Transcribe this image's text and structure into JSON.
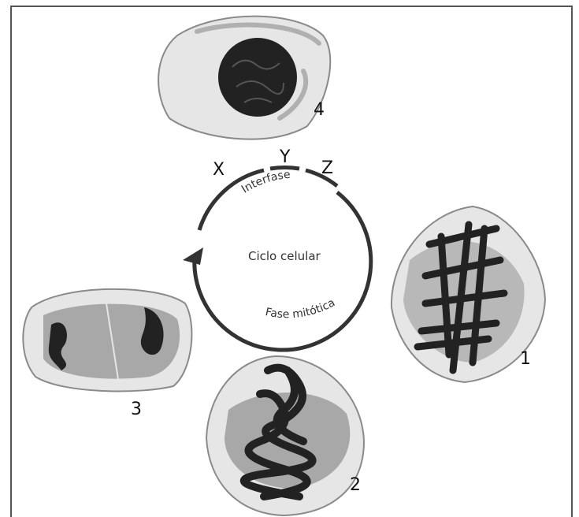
{
  "labels": {
    "x": "X",
    "y": "Y",
    "z": "Z",
    "cycle_center": "Ciclo celular",
    "interphase": "Interfase",
    "mitotic_phase": "Fase mitótica"
  },
  "cells": {
    "cell_1": "1",
    "cell_2": "2",
    "cell_3": "3",
    "cell_4": "4"
  },
  "colors": {
    "cell_fill": "#e6e6e6",
    "cell_stroke": "#8a8a8a",
    "spindle": "#a8a8a8",
    "chromosome": "#222222",
    "arc": "#333333"
  }
}
